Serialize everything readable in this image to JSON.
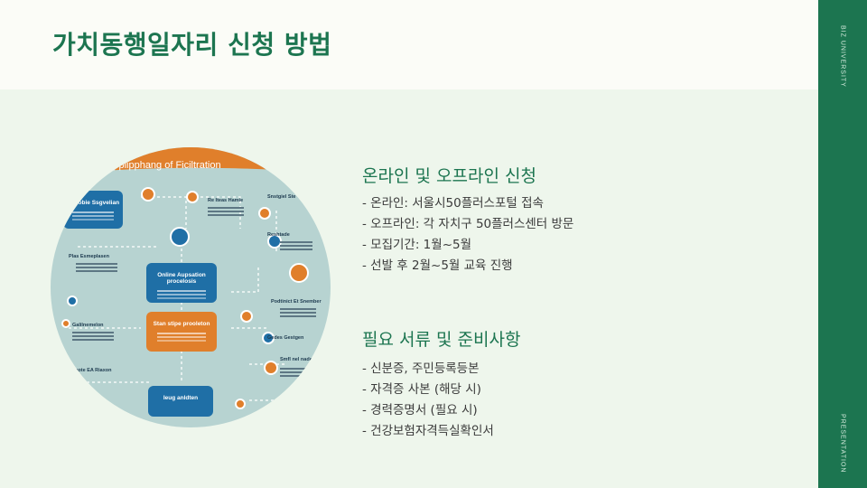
{
  "title": "가치동행일자리 신청 방법",
  "sidebar": {
    "top_label": "BIZ UNIVERSITY",
    "bottom_label": "PRESENTATION"
  },
  "image": {
    "banner": "Applipphang of Ficiltration",
    "box_top_left": "Antiobie Ssgvelian",
    "box_center_blue": "Online Aupsation procelosis",
    "box_center_orange": "Stan stipe prooleton",
    "box_bottom": "Ieug anldten",
    "labels": {
      "top_mid": "Re Iteas Hamie",
      "top_right": "Snstgiel Ste",
      "left_1": "Plas Esmeplasen",
      "left_2": "Galilnemelon",
      "left_3": "Iteote EA Riaxon",
      "right_1": "Reshtade",
      "right_2": "Podtinict Et Snember",
      "right_3": "Gedes Gestgen",
      "right_4": "Smfl nel nade"
    }
  },
  "sections": [
    {
      "heading": "온라인 및 오프라인 신청",
      "items": [
        "- 온라인: 서울시50플러스포털 접속",
        "- 오프라인: 각 자치구 50플러스센터 방문",
        "- 모집기간: 1월~5월",
        "- 선발 후 2월~5월 교육 진행"
      ]
    },
    {
      "heading": "필요 서류 및 준비사항",
      "items": [
        "- 신분증, 주민등록등본",
        "- 자격증 사본 (해당 시)",
        "- 경력증명서 (필요 시)",
        "- 건강보험자격득실확인서"
      ]
    }
  ],
  "colors": {
    "accent": "#1c7550",
    "background": "#eef6ec",
    "header_bg": "#fbfcf7",
    "orange": "#e07f2b",
    "blue": "#1f6fa6"
  }
}
